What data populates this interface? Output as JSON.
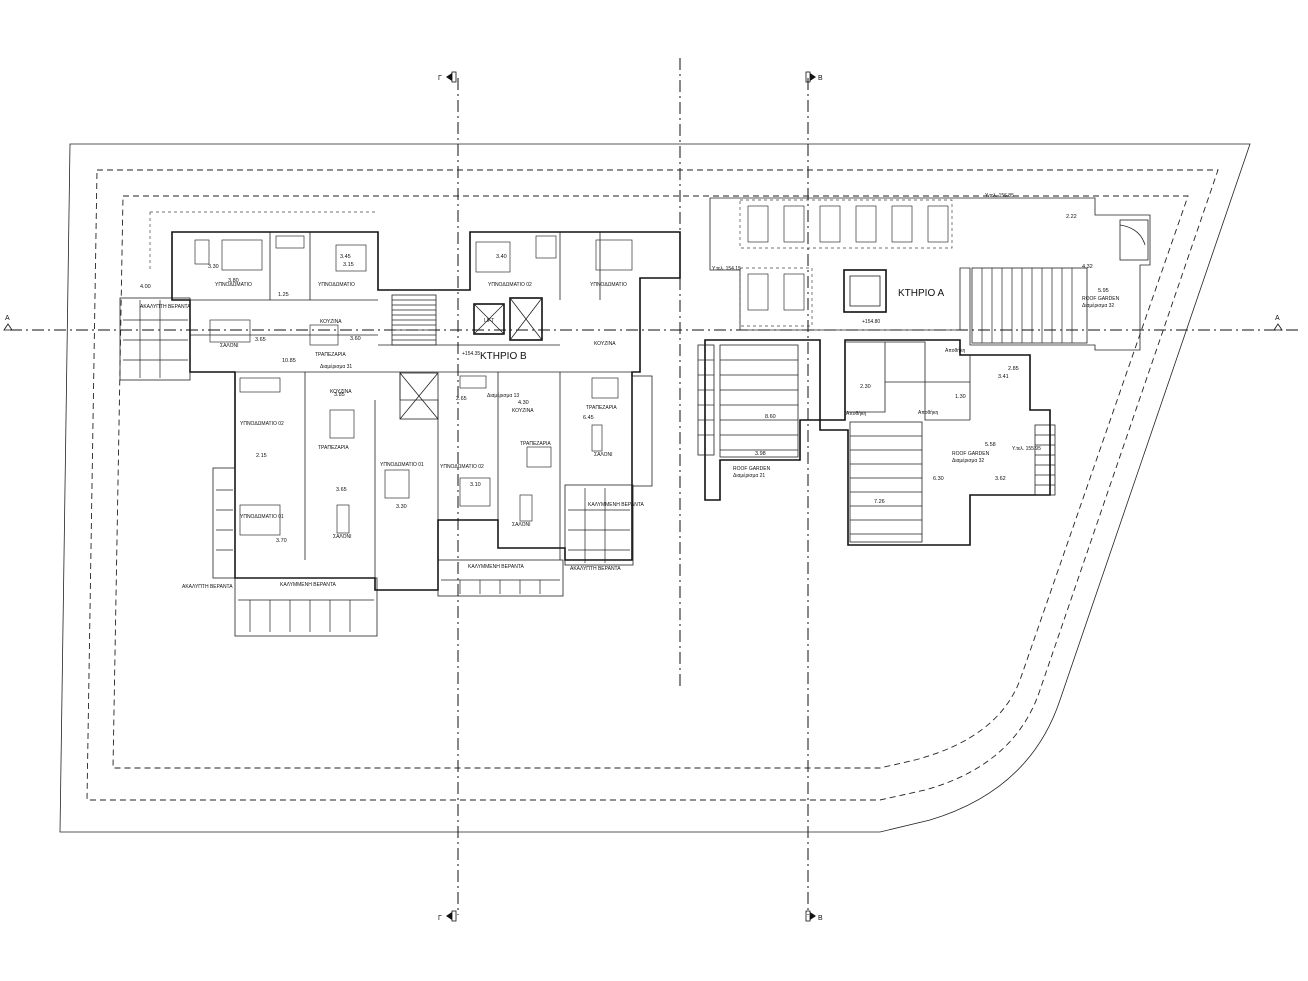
{
  "buildings": {
    "b": "ΚΤΗΡΙΟ Β",
    "a": "ΚΤΗΡΙΟ Α"
  },
  "sections": {
    "g": "Γ",
    "b": "Β",
    "a": "A"
  },
  "rooms": {
    "bedroom": "ΥΠΝΟΔΩΜΑΤΙΟ",
    "bedroom_01": "ΥΠΝΟΔΩΜΑΤΙΟ 01",
    "bedroom_02": "ΥΠΝΟΔΩΜΑΤΙΟ 02",
    "kitchen": "ΚΟΥΖΙΝΑ",
    "dining": "ΤΡΑΠΕΖΑΡΙΑ",
    "living": "ΣΑΛΟΝΙ",
    "covered_veranda": "ΚΑΛΥΜΜΕΝΗ ΒΕΡΑΝΤΑ",
    "uncovered_veranda": "ΑΚΑΛΥΠΤΗ ΒΕΡΑΝΤΑ",
    "roof_garden": "ROOF GARDEN",
    "lift": "LIFT",
    "storage": "Αποθήκη",
    "apt_21": "Διαμέρισμα 21",
    "apt_31": "Διαμέρισμα 31",
    "apt_32": "Διαμέρισμα 32",
    "apt_13": "Διαμέρισμα 13"
  },
  "dimensions": {
    "d1": "3.80",
    "d2": "3.15",
    "d3": "3.45",
    "d4": "3.30",
    "d5": "1.25",
    "d6": "3.65",
    "d7": "10.85",
    "d8": "3.60",
    "d9": "4.00",
    "d10": "3.40",
    "d11": "4.30",
    "d12": "6.45",
    "d13": "2.15",
    "d14": "3.70",
    "d15": "2.65",
    "d16": "3.10",
    "d17": "3.85",
    "d18": "5.95",
    "d19": "4.32",
    "d20": "2.22",
    "d21": "8.60",
    "d22": "3.98",
    "d23": "5.58",
    "d24": "3.62",
    "d25": "6.30",
    "d26": "7.26",
    "d27": "2.30",
    "d28": "1.30",
    "d29": "3.41",
    "d30": "2.85"
  },
  "levels": {
    "l1": "+154.35",
    "l2": "+154.80",
    "l3": "Υ.τελ. 156.85",
    "l4": "Υ.τελ. 154.15",
    "l5": "Υ.τελ. 155.95"
  }
}
